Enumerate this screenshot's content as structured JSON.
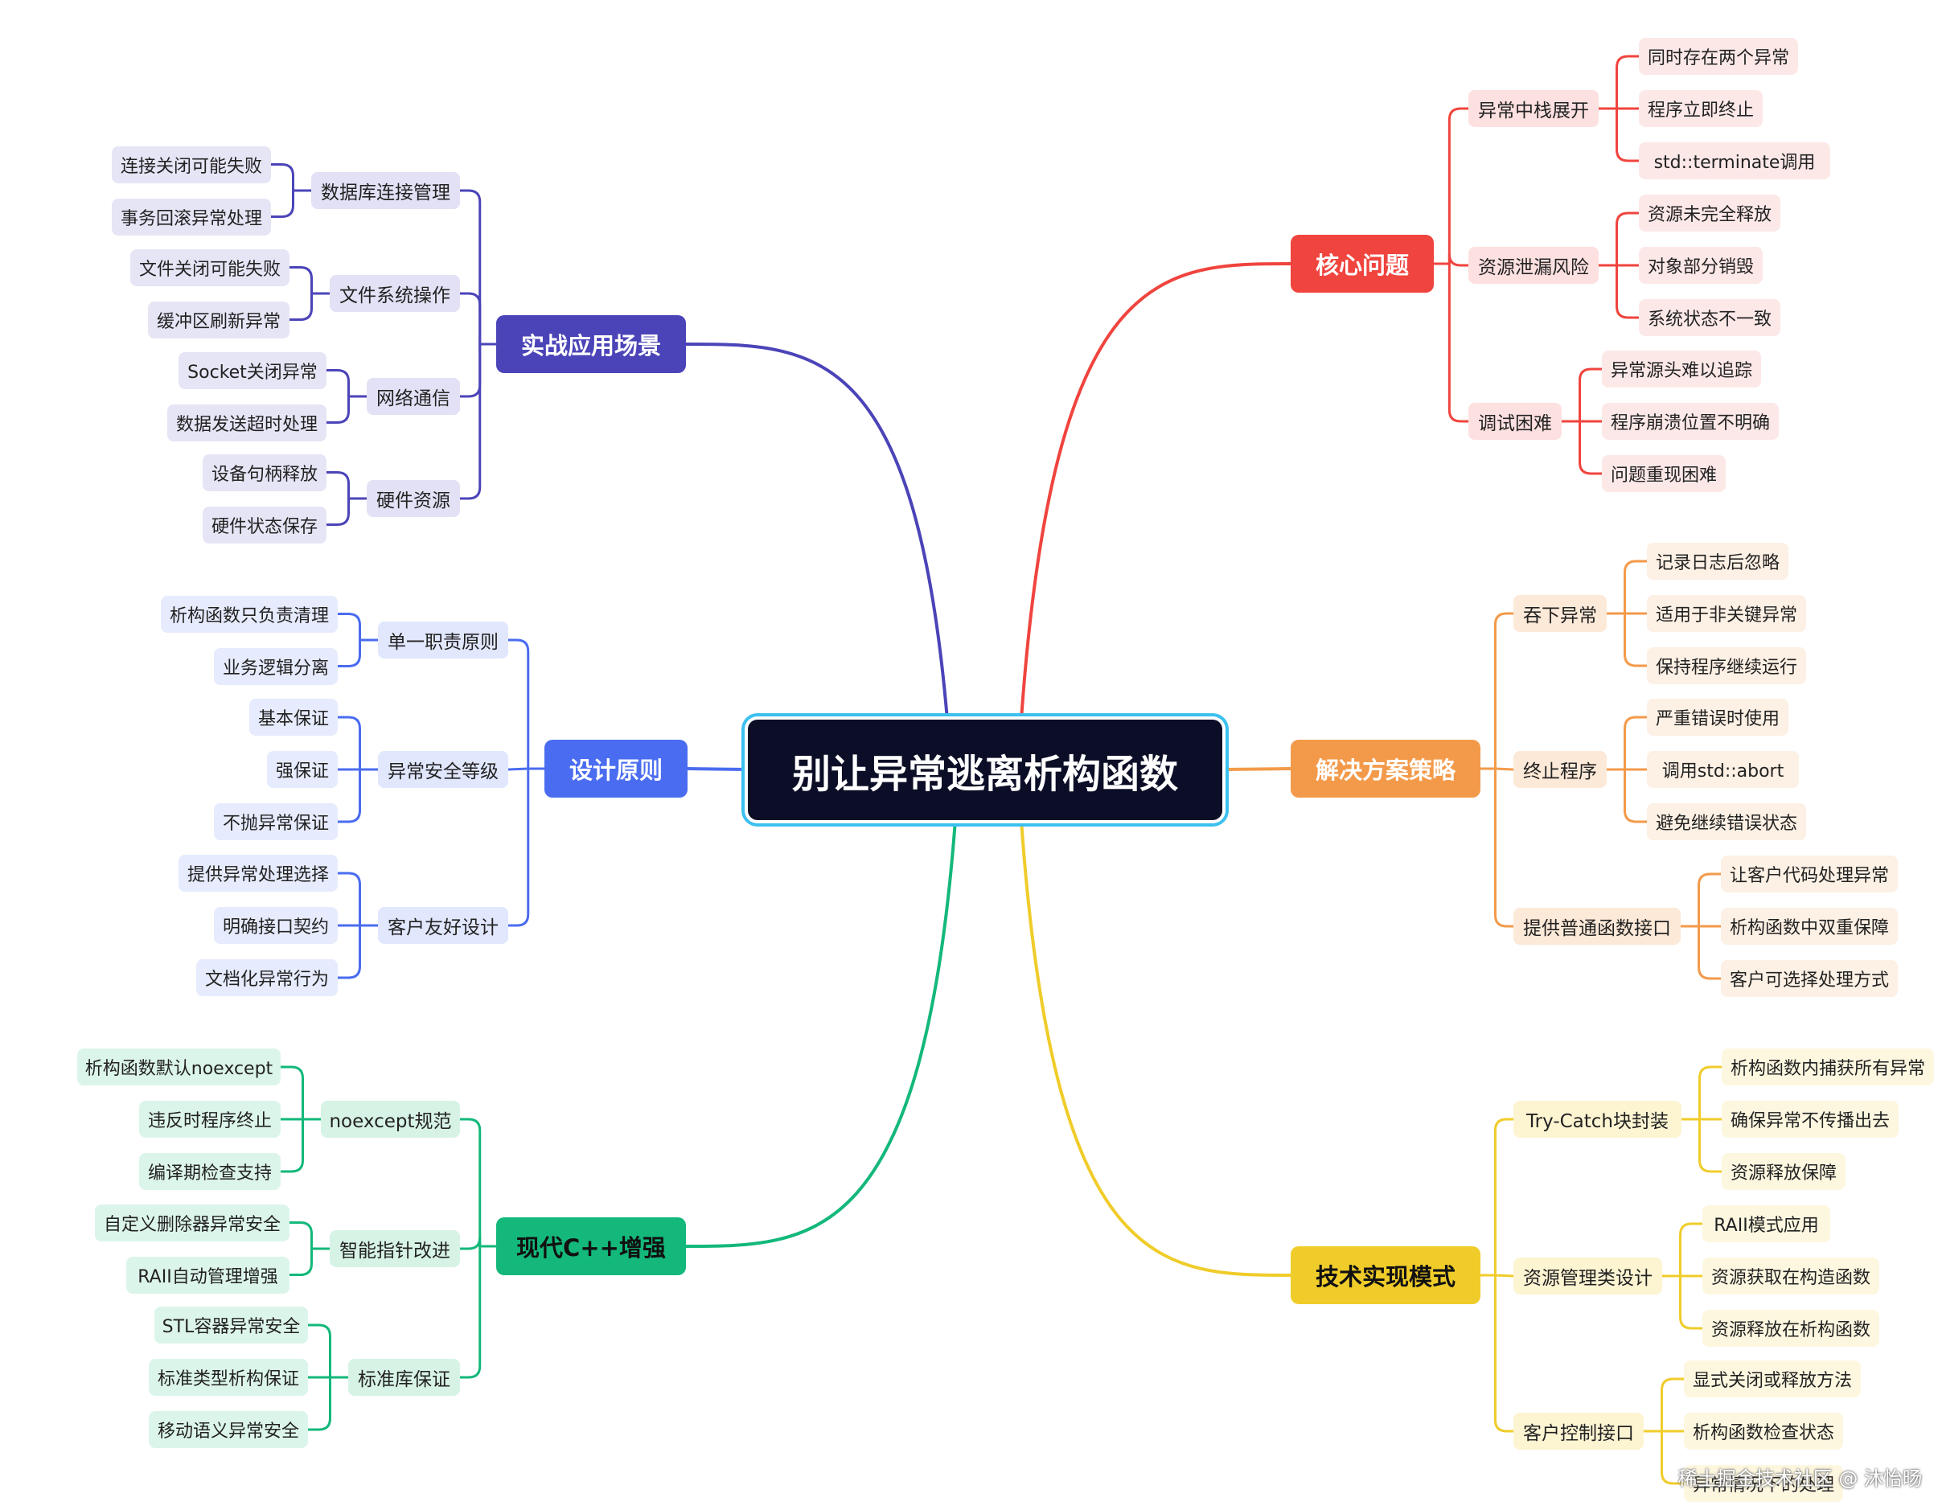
{
  "root": "别让异常逃离析构函数",
  "watermark": "稀土掘金技术社区 @ 沐怡旸",
  "colors": {
    "core": "#f0443e",
    "strategy": "#f39a4a",
    "impl": "#f0cc2a",
    "practice": "#4b44b8",
    "design": "#4a6cf0",
    "modern": "#13b87a"
  },
  "branches": [
    {
      "key": "core",
      "label": "核心问题",
      "side": "right",
      "fill": "#fde0e0",
      "leafFill": "#fde8e8",
      "text": "#222222",
      "children": [
        {
          "label": "异常中栈展开",
          "children": [
            "同时存在两个异常",
            "程序立即终止",
            "std::terminate调用"
          ]
        },
        {
          "label": "资源泄漏风险",
          "children": [
            "资源未完全释放",
            "对象部分销毁",
            "系统状态不一致"
          ]
        },
        {
          "label": "调试困难",
          "children": [
            "异常源头难以追踪",
            "程序崩溃位置不明确",
            "问题重现困难"
          ]
        }
      ]
    },
    {
      "key": "strategy",
      "label": "解决方案策略",
      "side": "right",
      "fill": "#fde9d8",
      "leafFill": "#fdf0e4",
      "text": "#222222",
      "children": [
        {
          "label": "吞下异常",
          "children": [
            "记录日志后忽略",
            "适用于非关键异常",
            "保持程序继续运行"
          ]
        },
        {
          "label": "终止程序",
          "children": [
            "严重错误时使用",
            "调用std::abort",
            "避免继续错误状态"
          ]
        },
        {
          "label": "提供普通函数接口",
          "children": [
            "让客户代码处理异常",
            "析构函数中双重保障",
            "客户可选择处理方式"
          ]
        }
      ]
    },
    {
      "key": "impl",
      "label": "技术实现模式",
      "side": "right",
      "fill": "#fdf4d2",
      "leafFill": "#fdf7e0",
      "text": "#222222",
      "mainText": "#111111",
      "children": [
        {
          "label": "Try-Catch块封装",
          "children": [
            "析构函数内捕获所有异常",
            "确保异常不传播出去",
            "资源释放保障"
          ]
        },
        {
          "label": "资源管理类设计",
          "children": [
            "RAII模式应用",
            "资源获取在构造函数",
            "资源释放在析构函数"
          ]
        },
        {
          "label": "客户控制接口",
          "children": [
            "显式关闭或释放方法",
            "析构函数检查状态",
            "异常情况下的处理"
          ]
        }
      ]
    },
    {
      "key": "practice",
      "label": "实战应用场景",
      "side": "left",
      "fill": "#e2e1f5",
      "leafFill": "#e6e5f6",
      "text": "#222222",
      "children": [
        {
          "label": "数据库连接管理",
          "children": [
            "连接关闭可能失败",
            "事务回滚异常处理"
          ]
        },
        {
          "label": "文件系统操作",
          "children": [
            "文件关闭可能失败",
            "缓冲区刷新异常"
          ]
        },
        {
          "label": "网络通信",
          "children": [
            "Socket关闭异常",
            "数据发送超时处理"
          ]
        },
        {
          "label": "硬件资源",
          "children": [
            "设备句柄释放",
            "硬件状态保存"
          ]
        }
      ]
    },
    {
      "key": "design",
      "label": "设计原则",
      "side": "left",
      "fill": "#e1e7fd",
      "leafFill": "#e6ebfd",
      "text": "#222222",
      "children": [
        {
          "label": "单一职责原则",
          "children": [
            "析构函数只负责清理",
            "业务逻辑分离"
          ]
        },
        {
          "label": "异常安全等级",
          "children": [
            "基本保证",
            "强保证",
            "不抛异常保证"
          ]
        },
        {
          "label": "客户友好设计",
          "children": [
            "提供异常处理选择",
            "明确接口契约",
            "文档化异常行为"
          ]
        }
      ]
    },
    {
      "key": "modern",
      "label": "现代C++增强",
      "side": "left",
      "fill": "#d7f3e6",
      "leafFill": "#dcf5ea",
      "text": "#222222",
      "mainText": "#111111",
      "children": [
        {
          "label": "noexcept规范",
          "children": [
            "析构函数默认noexcept",
            "违反时程序终止",
            "编译期检查支持"
          ]
        },
        {
          "label": "智能指针改进",
          "children": [
            "自定义删除器异常安全",
            "RAII自动管理增强"
          ]
        },
        {
          "label": "标准库保证",
          "children": [
            "STL容器异常安全",
            "标准类型析构保证",
            "移动语义异常安全"
          ]
        }
      ]
    }
  ]
}
